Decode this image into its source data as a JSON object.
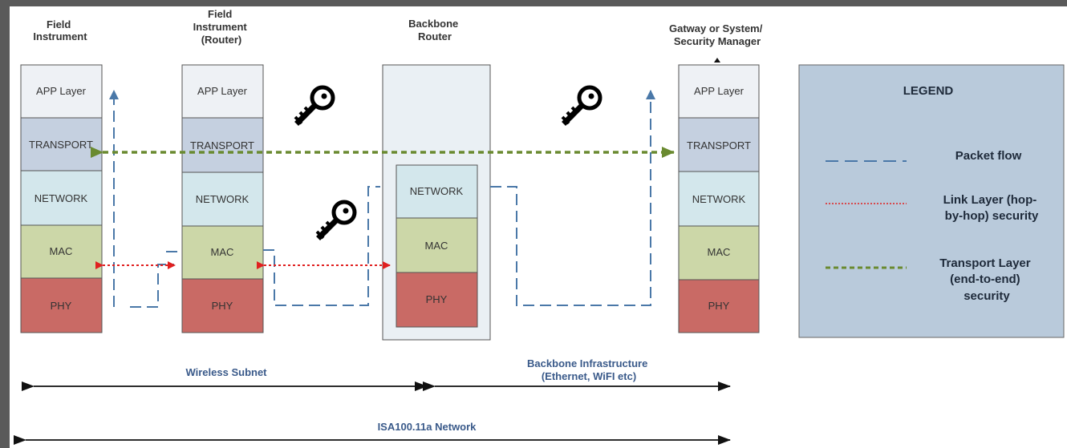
{
  "columns": {
    "field_instrument": {
      "title_lines": [
        "Field",
        "Instrument"
      ]
    },
    "field_router": {
      "title_lines": [
        "Field",
        "Instrument",
        "(Router)"
      ]
    },
    "backbone_router": {
      "title_lines": [
        "Backbone",
        "Router"
      ]
    },
    "gateway": {
      "title_lines": [
        "Gatway or System/",
        "Security Manager"
      ]
    }
  },
  "layers": {
    "app": "APP Layer",
    "transport": "TRANSPORT",
    "network": "NETWORK",
    "mac": "MAC",
    "phy": "PHY"
  },
  "legend": {
    "title": "LEGEND",
    "packet_flow": [
      "Packet flow"
    ],
    "link_layer": [
      "Link Layer (hop-",
      "by-hop) security"
    ],
    "transport_layer": [
      "Transport Layer",
      "(end-to-end)",
      "security"
    ]
  },
  "spans": {
    "wireless_subnet": [
      "Wireless Subnet"
    ],
    "backbone": [
      "Backbone Infrastructure",
      "(Ethernet, WiFI etc)"
    ],
    "network": [
      "ISA100.11a Network"
    ]
  },
  "colors": {
    "app": "#eef1f5",
    "transport": "#c5d0e0",
    "network": "#d3e7ec",
    "mac": "#ccd7a8",
    "phy": "#c96a65",
    "router_panel": "#eaf0f4",
    "legend_bg": "#b9cadb",
    "packet_flow": "#4a78a8",
    "link_security": "#e02020",
    "transport_security": "#6a8a30"
  },
  "icons": {
    "key": "key-icon"
  }
}
